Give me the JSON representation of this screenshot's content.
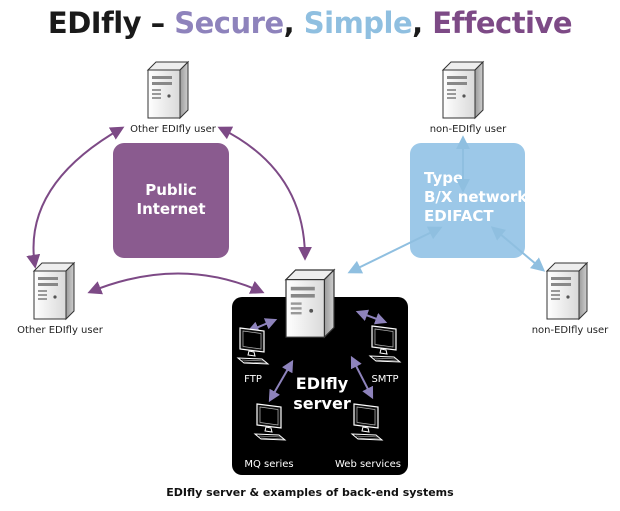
{
  "title": {
    "brand": "EDIfly",
    "dash": " – ",
    "secure": "Secure",
    "comma1": ", ",
    "simple": "Simple",
    "comma2": ", ",
    "effective": "Effective"
  },
  "colors": {
    "purple": "#7d4a86",
    "purple_box": "#8a5b8f",
    "blue": "#8fbfe0",
    "blue_box": "#9cc8e8",
    "secure_text": "#8e83bc",
    "black_panel": "#000000"
  },
  "nodes": {
    "other_user_top": "Other EDIfly user",
    "other_user_left": "Other EDIfly user",
    "non_user_top": "non-EDIfly user",
    "non_user_right": "non-EDIfly user"
  },
  "networks": {
    "public_internet": [
      "Public",
      "Internet"
    ],
    "vans": [
      "Type",
      "B/X network",
      "EDIFACT"
    ]
  },
  "server": {
    "name": [
      "EDIfly",
      "server"
    ],
    "backends": {
      "ftp": "FTP",
      "smtp": "SMTP",
      "mq": "MQ series",
      "web": "Web services"
    }
  },
  "icons": {
    "server": "server-tower-icon",
    "workstation": "monitor-keyboard-icon"
  },
  "caption": "EDIfly server & examples of back-end systems"
}
